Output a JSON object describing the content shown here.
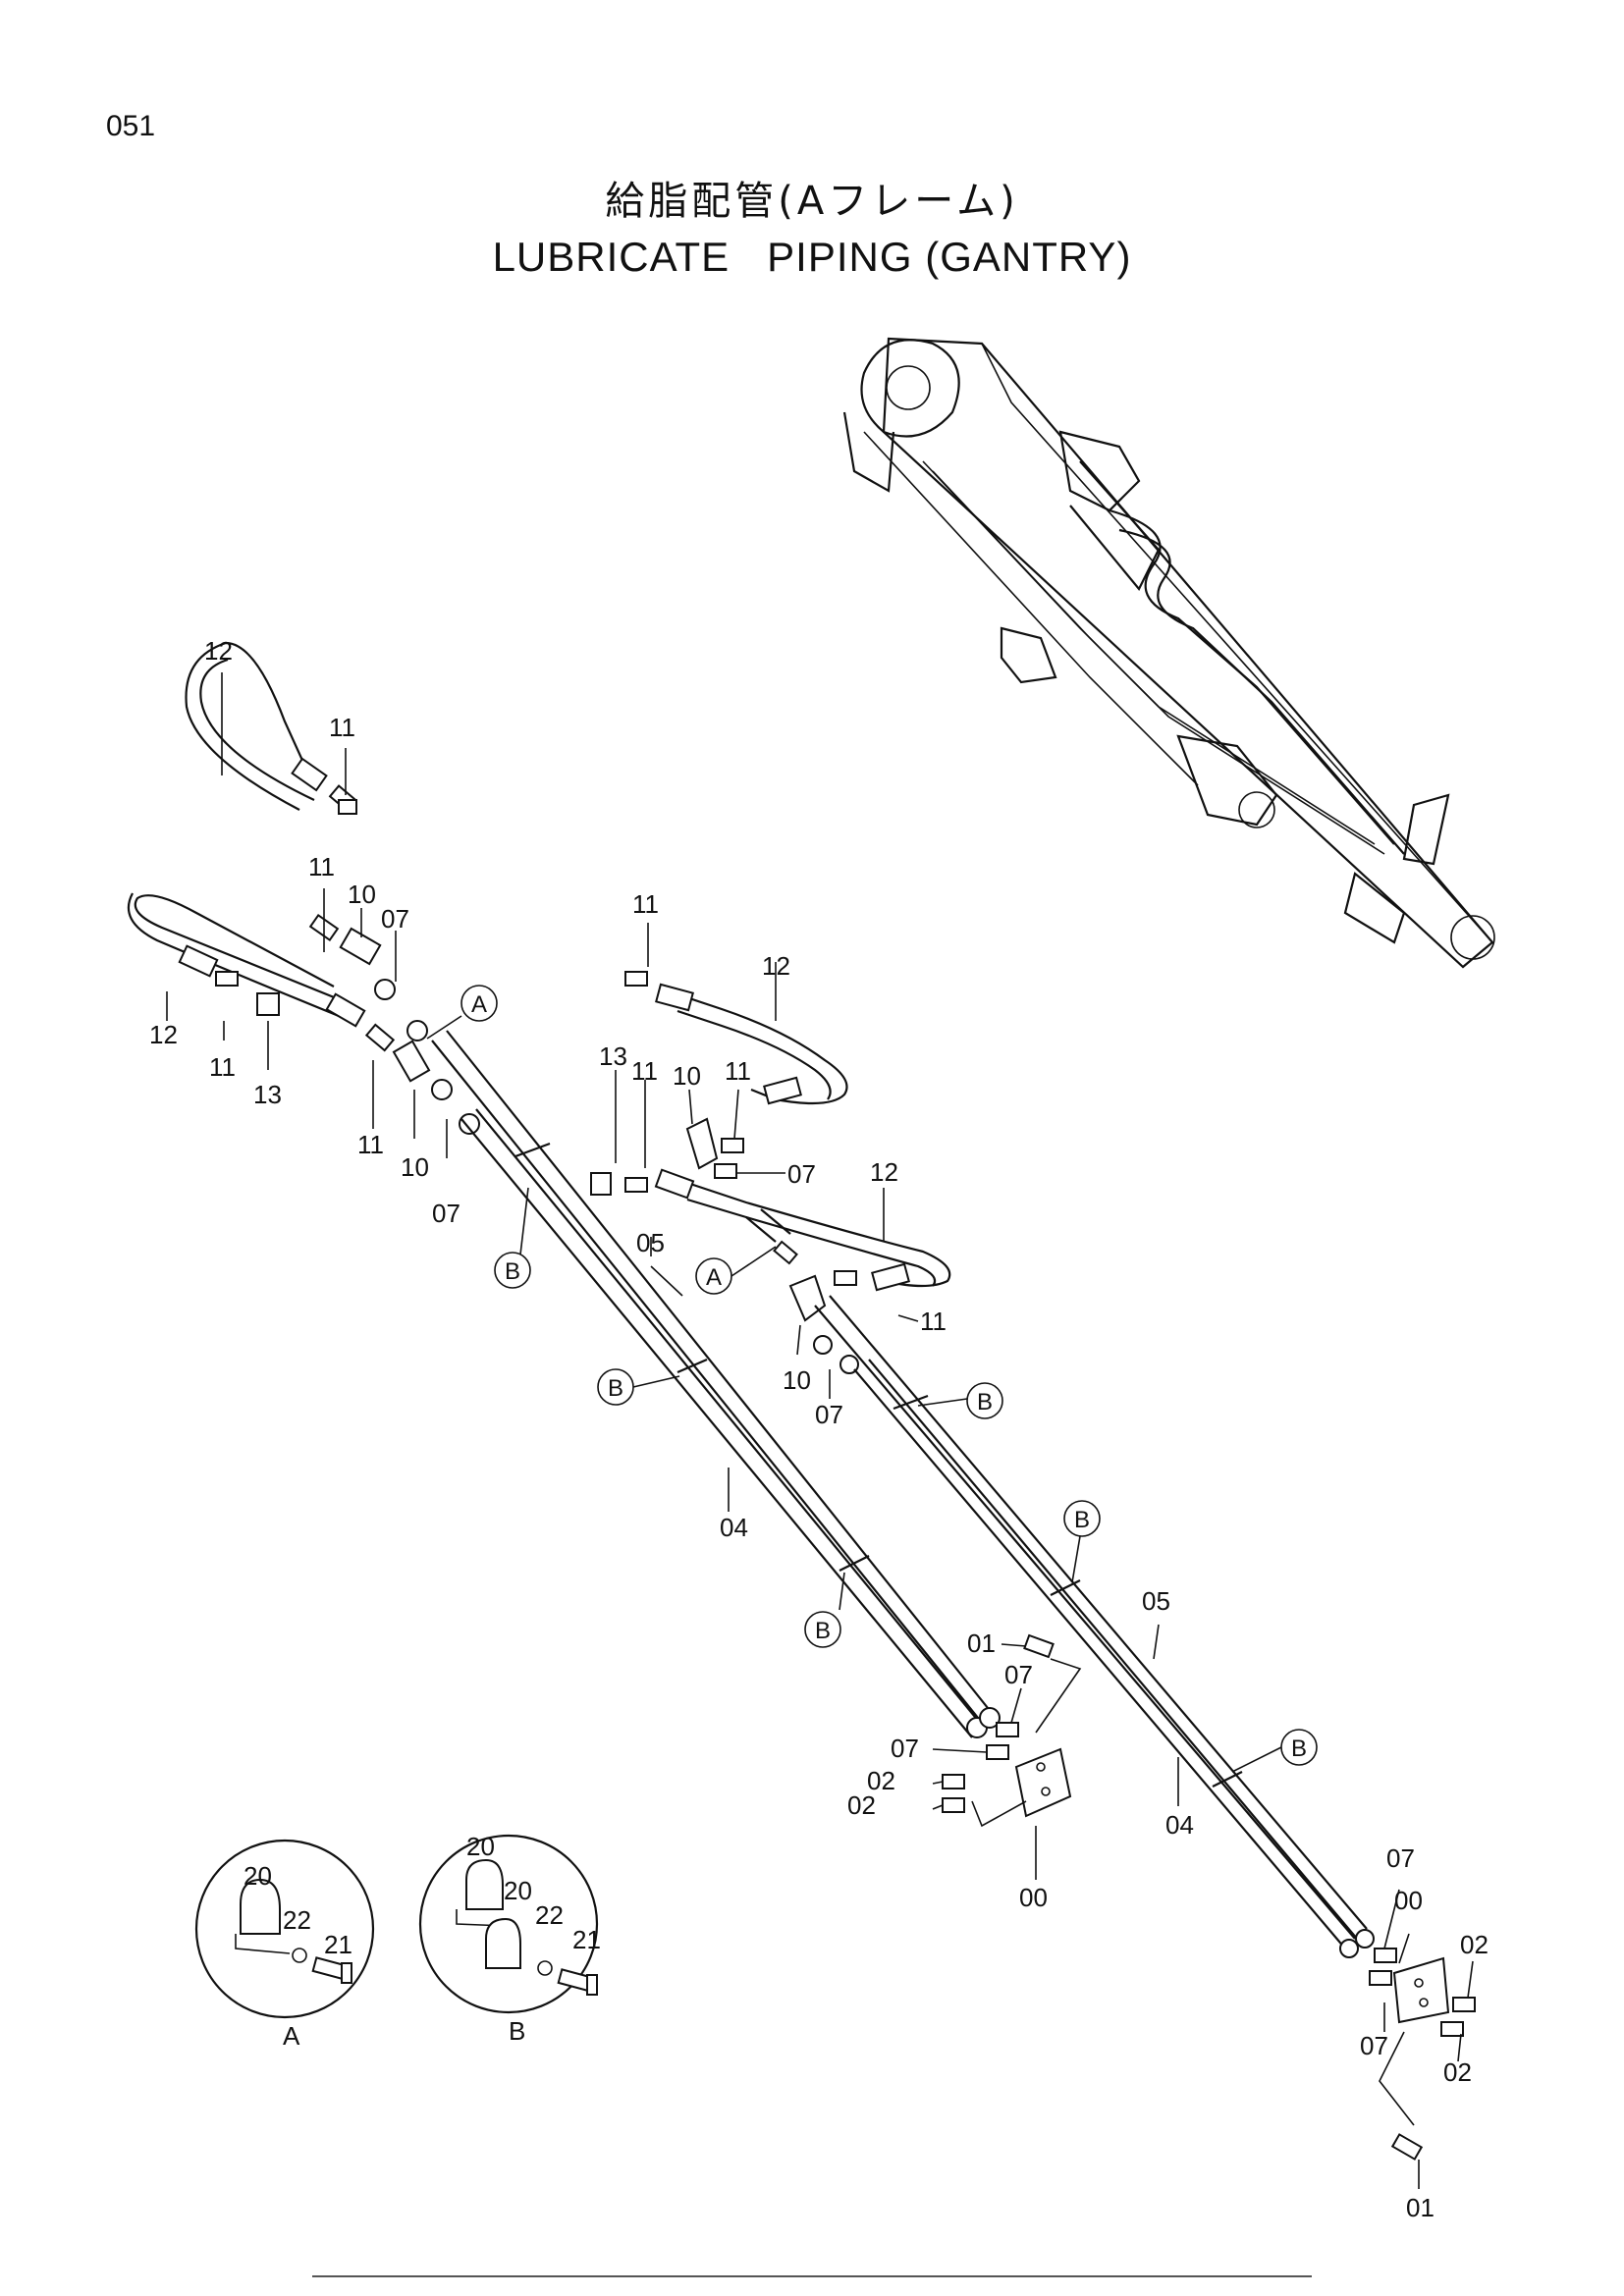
{
  "page_number": "051",
  "title_jp": "給脂配管(Aフレーム)",
  "title_en": "LUBRICATE   PIPING (GANTRY)",
  "callouts": {
    "c12a": "12",
    "c11a": "11",
    "c11b": "11",
    "c10a": "10",
    "c07a": "07",
    "c12b": "12",
    "c11c": "11",
    "c13a": "13",
    "c11d": "11",
    "c10b": "10",
    "c07b": "07",
    "c11e": "11",
    "c12c": "12",
    "c13b": "13",
    "c11f": "11",
    "c10c": "10",
    "c11g": "11",
    "c07c": "07",
    "c12d": "12",
    "c11h": "11",
    "c10d": "10",
    "c07d": "07",
    "c05a": "05",
    "c04a": "04",
    "c05b": "05",
    "c04b": "04",
    "c01a": "01",
    "c07e": "07",
    "c07f": "07",
    "c02a": "02",
    "c02b": "02",
    "c00a": "00",
    "c07g": "07",
    "c00b": "00",
    "c02c": "02",
    "c07h": "07",
    "c02d": "02",
    "c01b": "01",
    "d20a": "20",
    "d22a": "22",
    "d21a": "21",
    "d20b": "20",
    "d20c": "20",
    "d22b": "22",
    "d21b": "21"
  },
  "refs": {
    "A": "A",
    "B": "B"
  },
  "detail_labels": {
    "a": "A",
    "b": "B"
  }
}
